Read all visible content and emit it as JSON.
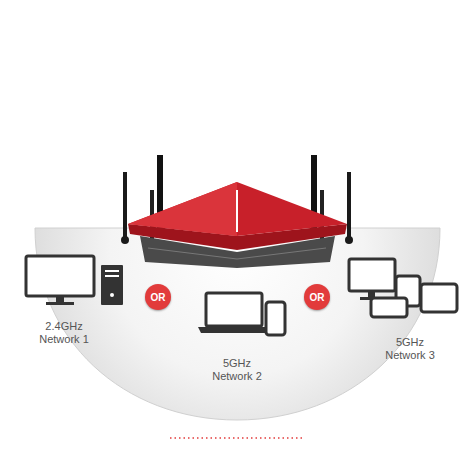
{
  "diagram": {
    "nodes": [
      {
        "text": [
          "OR"
        ]
      },
      {
        "text": [
          "OR"
        ]
      }
    ],
    "labels": [
      "2.4GHz Network 1",
      "5GHz Network 2",
      "5GHz Network 3"
    ]
  }
}
